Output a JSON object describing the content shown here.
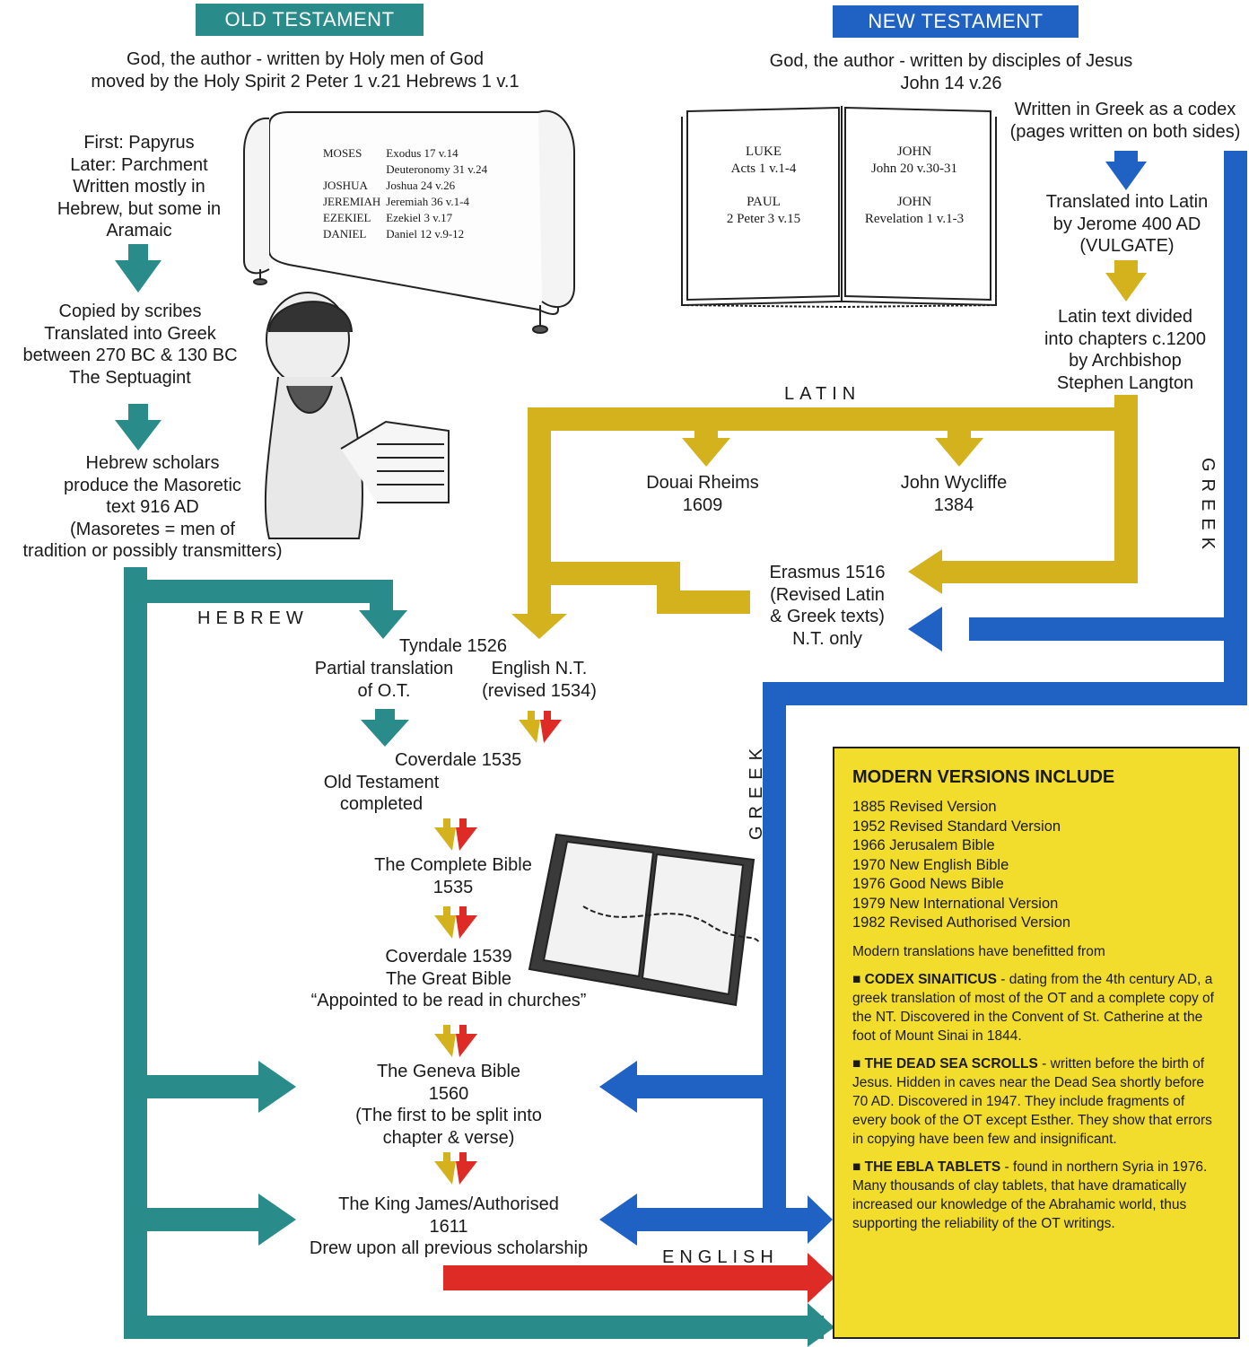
{
  "headers": {
    "old_testament": "OLD TESTAMENT",
    "new_testament": "NEW TESTAMENT"
  },
  "colors": {
    "teal": "#2a8c8a",
    "blue": "#1f62c4",
    "gold": "#d4b21e",
    "red": "#df2b25",
    "panel": "#f2dd2c"
  },
  "ot": {
    "intro": [
      "God, the author - written by Holy men of God",
      "moved by the Holy Spirit    2 Peter 1 v.21  Hebrews 1 v.1"
    ],
    "materials": [
      "First: Papyrus",
      "Later: Parchment",
      "Written mostly in",
      "Hebrew, but some in",
      "Aramaic"
    ],
    "scribes": [
      "Copied by scribes",
      "Translated into Greek",
      "between 270 BC & 130 BC",
      "The Septuagint"
    ],
    "masoretic": [
      "Hebrew scholars",
      "produce the Masoretic",
      "text 916 AD",
      "(Masoretes = men of",
      "tradition or possibly transmitters)"
    ],
    "scroll_refs": [
      {
        "name": "MOSES",
        "ref": "Exodus 17 v.14"
      },
      {
        "name": "",
        "ref": "Deuteronomy 31 v.24"
      },
      {
        "name": "JOSHUA",
        "ref": "Joshua 24 v.26"
      },
      {
        "name": "JEREMIAH",
        "ref": "Jeremiah 36 v.1-4"
      },
      {
        "name": "EZEKIEL",
        "ref": "Ezekiel 3 v.17"
      },
      {
        "name": "DANIEL",
        "ref": "Daniel 12 v.9-12"
      }
    ]
  },
  "nt": {
    "intro": [
      "God, the author - written by disciples of Jesus",
      "John 14 v.26"
    ],
    "codex": [
      "Written in Greek as a codex",
      "(pages written on both sides)"
    ],
    "vulgate": [
      "Translated into Latin",
      "by Jerome 400 AD",
      "(VULGATE)"
    ],
    "langton": [
      "Latin text divided",
      "into chapters c.1200",
      "by Archbishop",
      "Stephen Langton"
    ],
    "book_left": [
      "LUKE",
      "Acts 1 v.1-4",
      "",
      "PAUL",
      "2 Peter 3 v.15"
    ],
    "book_right": [
      "JOHN",
      "John 20 v.30-31",
      "",
      "JOHN",
      "Revelation 1 v.1-3"
    ]
  },
  "labels": {
    "latin": "LATIN",
    "hebrew": "HEBREW",
    "greek_right": "GREEK",
    "greek_mid": "GREEK",
    "english": "ENGLISH"
  },
  "versions": {
    "douai": [
      "Douai Rheims",
      "1609"
    ],
    "wycliffe": [
      "John Wycliffe",
      "1384"
    ],
    "erasmus": [
      "Erasmus 1516",
      "(Revised Latin",
      "& Greek texts)",
      "N.T. only"
    ],
    "tyndale_title": "Tyndale 1526",
    "tyndale_ot": [
      "Partial translation",
      "of O.T."
    ],
    "tyndale_nt": [
      "English N.T.",
      "(revised 1534)"
    ],
    "coverdale": [
      "Coverdale 1535",
      "Old Testament",
      "completed"
    ],
    "complete": [
      "The Complete Bible",
      "1535"
    ],
    "great": [
      "Coverdale 1539",
      "The Great Bible",
      "“Appointed to be read in churches”"
    ],
    "geneva": [
      "The Geneva Bible",
      "1560",
      "(The first to be split into",
      "chapter & verse)"
    ],
    "kjv": [
      "The King James/Authorised",
      "1611",
      "Drew upon all previous scholarship"
    ]
  },
  "modern": {
    "title": "MODERN VERSIONS INCLUDE",
    "list": [
      "1885 Revised Version",
      "1952 Revised Standard Version",
      "1966 Jerusalem Bible",
      "1970 New English Bible",
      "1976 Good News Bible",
      "1979 New International Version",
      "1982 Revised Authorised Version"
    ],
    "benefit": "Modern translations have benefitted from",
    "items": [
      {
        "head": "CODEX SINAITICUS",
        "text": " - dating from the 4th century AD, a greek translation of most of the OT and a complete copy of the NT. Discovered in the Convent of St. Catherine at the foot of Mount Sinai in 1844."
      },
      {
        "head": "THE DEAD SEA SCROLLS",
        "text": " - written before the birth of Jesus. Hidden in caves near the Dead Sea shortly before 70 AD. Discovered in 1947. They include fragments of every book of the OT except Esther. They show that errors in copying have been few and insignificant."
      },
      {
        "head": "THE EBLA TABLETS",
        "text": " - found in northern Syria in 1976. Many thousands of clay tablets, that have dramatically increased our knowledge of the Abrahamic world, thus supporting the reliability of the OT writings."
      }
    ]
  }
}
